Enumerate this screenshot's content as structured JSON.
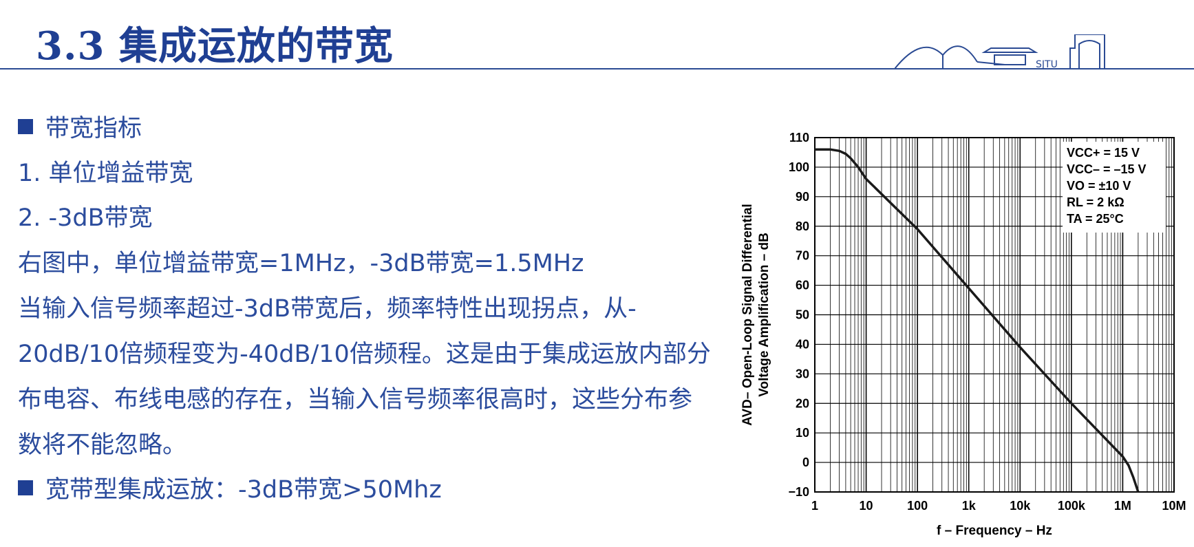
{
  "slide": {
    "title": "3.3 集成运放的带宽",
    "lines": [
      "带宽指标",
      "1.  单位增益带宽",
      "2.  -3dB带宽",
      "右图中，单位增益带宽=1MHz，-3dB带宽=1.5MHz",
      "当输入信号频率超过-3dB带宽后，频率特性出现拐点，从-",
      "20dB/10倍频程变为-40dB/10倍频程。这是由于集成运放内部分",
      "布电容、布线电感的存在，当输入信号频率很高时，这些分布参",
      "数将不能忽略。",
      "宽带型集成运放：-3dB带宽>50Mhz"
    ],
    "logo_text": "SJTU"
  },
  "colors": {
    "text": "#2b4c9d",
    "title": "#1f3f93",
    "rule": "#2a4a93",
    "curve": "#1a1a1a"
  },
  "chart_data": {
    "type": "line",
    "xscale": "log",
    "grid": true,
    "xlim": [
      1,
      10000000
    ],
    "ylim": [
      -10,
      110
    ],
    "xticks": [
      1,
      10,
      100,
      1000,
      10000,
      100000,
      1000000,
      10000000
    ],
    "xticklabels": [
      "1",
      "10",
      "100",
      "1k",
      "10k",
      "100k",
      "1M",
      "10M"
    ],
    "yticks": [
      -10,
      0,
      10,
      20,
      30,
      40,
      50,
      60,
      70,
      80,
      90,
      100,
      110
    ],
    "yticklabels": [
      "−10",
      "0",
      "10",
      "20",
      "30",
      "40",
      "50",
      "60",
      "70",
      "80",
      "90",
      "100",
      "110"
    ],
    "xlabel": "f – Frequency – Hz",
    "ylabel_line1": "AVD– Open-Loop Signal Differential",
    "ylabel_line2": "Voltage Amplification – dB",
    "legend_position": "top-right",
    "annotations": [
      "VCC+ = 15 V",
      "VCC– = –15 V",
      "VO = ±10 V",
      "RL = 2 kΩ",
      "TA = 25°C"
    ],
    "series": [
      {
        "x": [
          1,
          2,
          3,
          4,
          5,
          7,
          10,
          100,
          1000,
          10000,
          100000,
          1000000,
          1300000,
          1600000,
          2000000
        ],
        "y": [
          106,
          106,
          105.5,
          104.5,
          103,
          100,
          96,
          79,
          59,
          39,
          20,
          2,
          -1,
          -5,
          -10
        ]
      }
    ]
  }
}
